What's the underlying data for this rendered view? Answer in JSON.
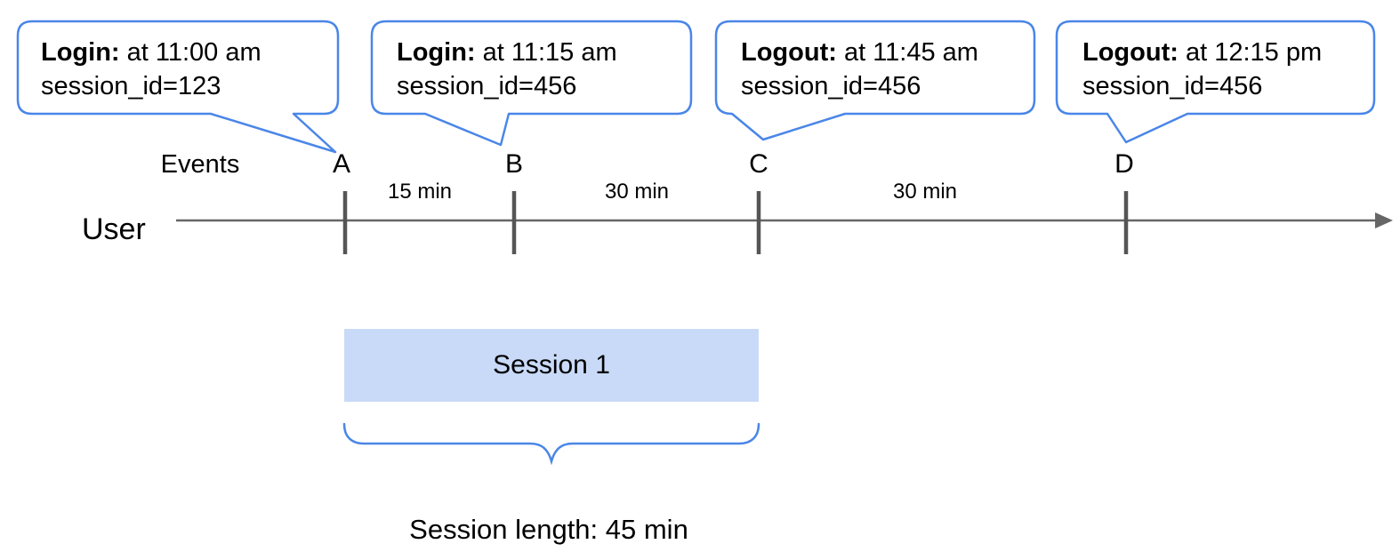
{
  "colors": {
    "callout_border": "#4a86e8",
    "brace": "#4a86e8",
    "session_fill": "#c9daf8",
    "timeline_line": "#666666",
    "tick": "#555555",
    "text": "#000000"
  },
  "callouts": [
    {
      "event": "Login:",
      "time": " at 11:00 am",
      "detail": "session_id=123"
    },
    {
      "event": "Login:",
      "time": " at 11:15 am",
      "detail": "session_id=456"
    },
    {
      "event": "Logout:",
      "time": " at 11:45 am",
      "detail": "session_id=456"
    },
    {
      "event": "Logout:",
      "time": " at 12:15 pm",
      "detail": "session_id=456"
    }
  ],
  "timeline": {
    "axis_label": "Events",
    "user_label": "User",
    "events": [
      {
        "label": "A"
      },
      {
        "label": "B"
      },
      {
        "label": "C"
      },
      {
        "label": "D"
      }
    ],
    "intervals": [
      {
        "label": "15 min"
      },
      {
        "label": "30 min"
      },
      {
        "label": "30 min"
      }
    ]
  },
  "session": {
    "label": "Session 1",
    "length_label": "Session length: 45 min"
  }
}
